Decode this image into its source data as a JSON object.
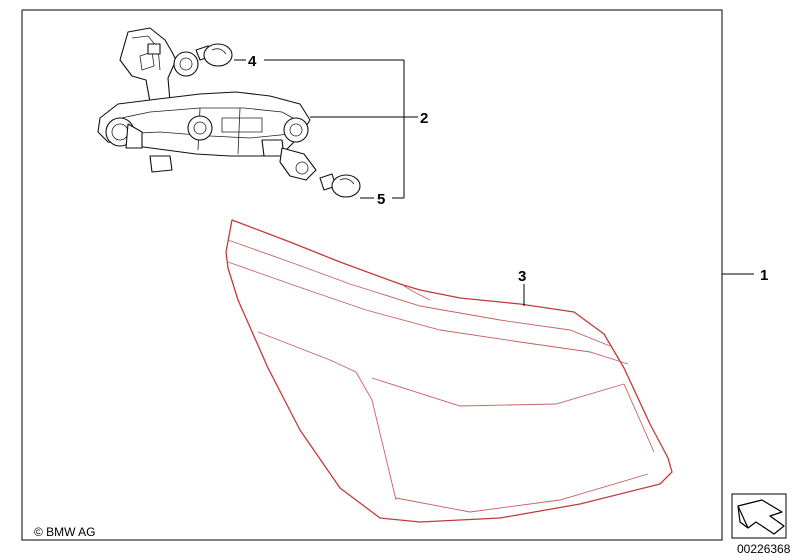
{
  "callouts": {
    "c1": "1",
    "c2": "2",
    "c3": "3",
    "c4": "4",
    "c5": "5"
  },
  "footer": {
    "copyright": "© BMW AG",
    "diagram_number": "00226368"
  },
  "icons": {
    "navigation": "arrow-step-icon"
  },
  "colors": {
    "line": "#000000",
    "lamp_outline": "#c23a3a"
  }
}
